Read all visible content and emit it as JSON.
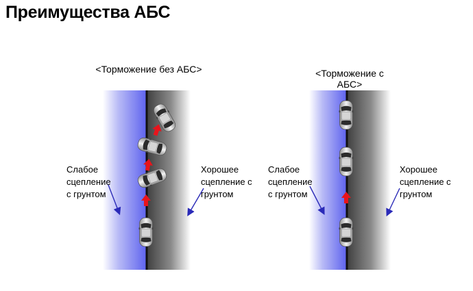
{
  "title": "Преимущества АБС",
  "colors": {
    "low_grip": "#6f73f0",
    "high_grip": "#5a5a5a",
    "arrow": "#e8141c",
    "pointer": "#2a2ab8"
  },
  "panels": [
    {
      "caption": "<Торможение без АБС>",
      "left_label": [
        "Слабое",
        "сцепление",
        "с грунтом"
      ],
      "right_label": [
        "Хорошее",
        "сцепление с",
        "грунтом"
      ]
    },
    {
      "caption_lines": [
        "<Торможение с",
        "АБС>"
      ],
      "left_label": [
        "Слабое",
        "сцепление",
        "с грунтом"
      ],
      "right_label": [
        "Хорошее",
        "сцепление с",
        "грунтом"
      ]
    }
  ]
}
